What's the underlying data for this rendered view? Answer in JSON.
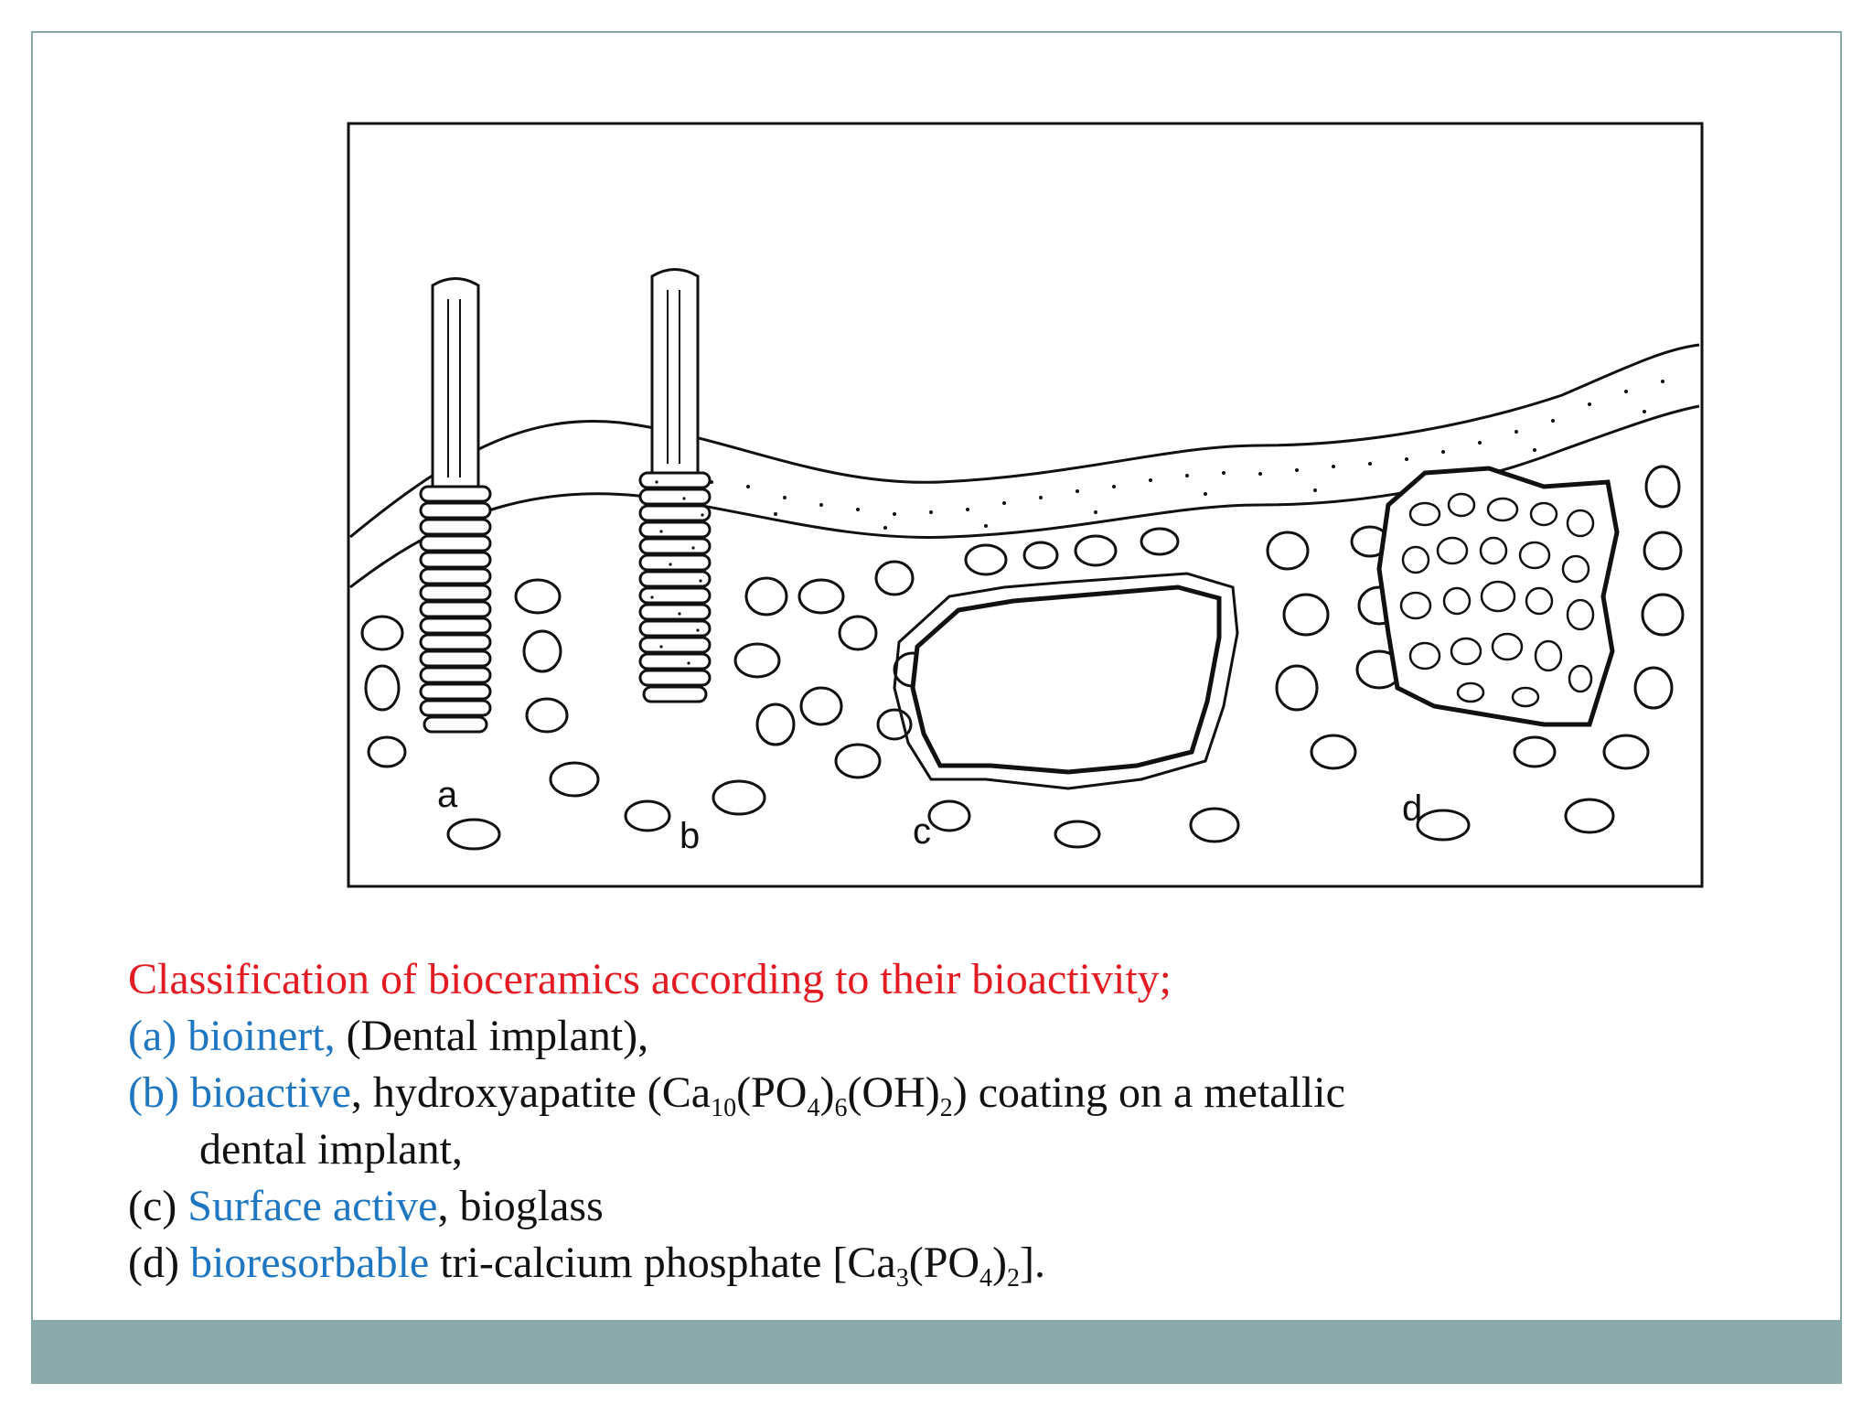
{
  "figure": {
    "labels": {
      "a": "a",
      "b": "b",
      "c": "c",
      "d": "d"
    }
  },
  "caption": {
    "title": "Classification of bioceramics according to their bioactivity;",
    "a_prefix": "(a) bioinert,",
    "a_rest": " (Dental implant),",
    "b_prefix": "(b) bioactive",
    "b_rest_1": ", hydroxyapatite (Ca",
    "b_sub_1": "10",
    "b_rest_2": "(PO",
    "b_sub_2": "4",
    "b_rest_3": ")",
    "b_sub_3": "6",
    "b_rest_4": "(OH)",
    "b_sub_4": "2",
    "b_rest_5": ") coating on a metallic",
    "b_cont": "dental implant,",
    "c_prefix": "(c) ",
    "c_term": "Surface active",
    "c_rest": ", bioglass",
    "d_prefix": "(d) ",
    "d_term": "bioresorbable",
    "d_rest_1": " tri-calcium phosphate [Ca",
    "d_sub_1": "3",
    "d_rest_2": "(PO",
    "d_sub_2": "4",
    "d_rest_3": ")",
    "d_sub_3": "2",
    "d_rest_4": "]."
  },
  "colors": {
    "title": "#e31b23",
    "term": "#1f77c1",
    "footer": "#8aa9ab"
  }
}
